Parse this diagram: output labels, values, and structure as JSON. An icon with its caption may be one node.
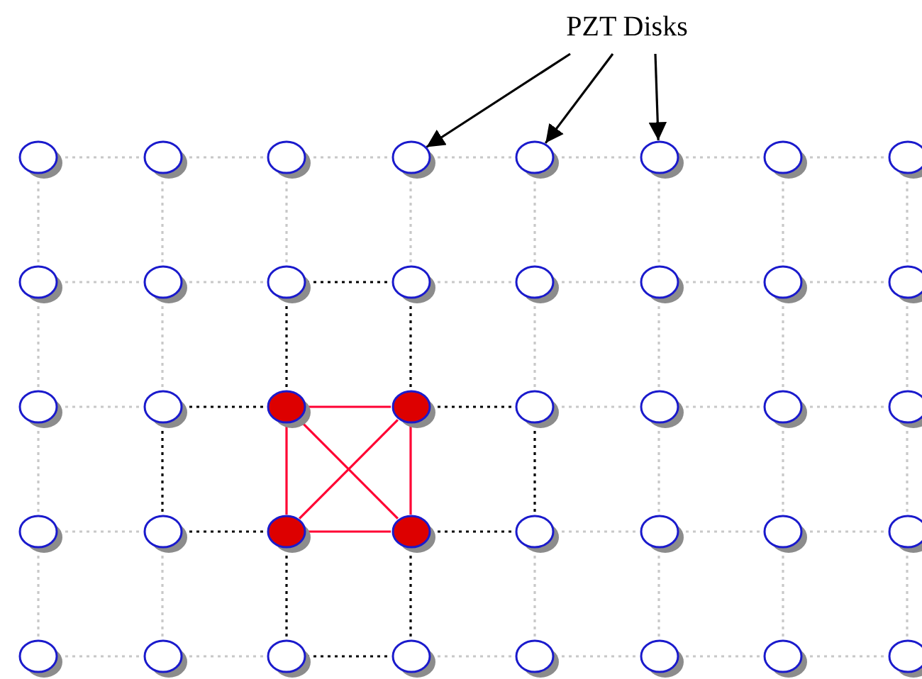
{
  "diagram": {
    "nodes": [
      {
        "text": [
          "PZT Disks"
        ]
      },
      {
        "text": [],
        "shape": "circle"
      },
      {
        "text": [],
        "shape": "circle"
      },
      {
        "text": [],
        "shape": "circle"
      },
      {
        "text": [],
        "shape": "circle"
      },
      {
        "text": [],
        "shape": "circle"
      },
      {
        "text": [],
        "shape": "circle"
      },
      {
        "text": [],
        "shape": "circle"
      },
      {
        "text": [],
        "shape": "circle"
      },
      {
        "text": [],
        "shape": "circle"
      },
      {
        "text": [],
        "shape": "circle"
      },
      {
        "text": [],
        "shape": "circle"
      },
      {
        "text": [],
        "shape": "circle"
      },
      {
        "text": [],
        "shape": "circle"
      },
      {
        "text": [],
        "shape": "circle"
      },
      {
        "text": [],
        "shape": "circle"
      },
      {
        "text": [],
        "shape": "circle"
      },
      {
        "text": [],
        "shape": "circle"
      },
      {
        "text": [],
        "shape": "circle"
      },
      {
        "text": [],
        "shape": "circle"
      },
      {
        "text": [],
        "shape": "circle"
      },
      {
        "text": [],
        "shape": "circle"
      },
      {
        "text": [],
        "shape": "circle"
      },
      {
        "text": [],
        "shape": "circle"
      },
      {
        "text": [],
        "shape": "circle"
      },
      {
        "text": [],
        "shape": "circle"
      },
      {
        "text": [],
        "shape": "circle"
      },
      {
        "text": [],
        "shape": "circle"
      },
      {
        "text": [],
        "shape": "circle"
      },
      {
        "text": [],
        "shape": "circle"
      },
      {
        "text": [],
        "shape": "circle"
      },
      {
        "text": [],
        "shape": "circle"
      },
      {
        "text": [],
        "shape": "circle"
      },
      {
        "text": [],
        "shape": "circle"
      },
      {
        "text": [],
        "shape": "circle"
      },
      {
        "text": [],
        "shape": "circle"
      },
      {
        "text": [],
        "shape": "circle"
      },
      {
        "text": [],
        "shape": "circle"
      },
      {
        "text": [],
        "shape": "circle"
      },
      {
        "text": [],
        "shape": "circle"
      },
      {
        "text": [],
        "shape": "circle"
      }
    ],
    "edges": [
      {
        "from": 0,
        "to": 4,
        "arrow": "to",
        "color": "#000000"
      },
      {
        "from": 0,
        "to": 5,
        "arrow": "to",
        "color": "#000000"
      },
      {
        "from": 0,
        "to": 6,
        "arrow": "to",
        "color": "#000000"
      },
      {
        "from": 1,
        "to": 2,
        "arrow": "none",
        "style": "dashed"
      },
      {
        "from": 2,
        "to": 3,
        "arrow": "none",
        "style": "dashed"
      },
      {
        "from": 3,
        "to": 4,
        "arrow": "none",
        "style": "dashed"
      },
      {
        "from": 4,
        "to": 5,
        "arrow": "none",
        "style": "dashed"
      },
      {
        "from": 5,
        "to": 6,
        "arrow": "none",
        "style": "dashed"
      },
      {
        "from": 6,
        "to": 7,
        "arrow": "none",
        "style": "dashed"
      },
      {
        "from": 7,
        "to": 8,
        "arrow": "none",
        "style": "dashed"
      },
      {
        "from": 9,
        "to": 10,
        "arrow": "none",
        "style": "dashed"
      },
      {
        "from": 10,
        "to": 11,
        "arrow": "none",
        "style": "dashed"
      },
      {
        "from": 11,
        "to": 12,
        "arrow": "none",
        "style": "dashed",
        "color": "#000000"
      },
      {
        "from": 12,
        "to": 13,
        "arrow": "none",
        "style": "dashed"
      },
      {
        "from": 13,
        "to": 14,
        "arrow": "none",
        "style": "dashed"
      },
      {
        "from": 14,
        "to": 15,
        "arrow": "none",
        "style": "dashed"
      },
      {
        "from": 15,
        "to": 16,
        "arrow": "none",
        "style": "dashed"
      },
      {
        "from": 17,
        "to": 18,
        "arrow": "none",
        "style": "dashed"
      },
      {
        "from": 18,
        "to": 19,
        "arrow": "none",
        "style": "dashed",
        "color": "#000000"
      },
      {
        "from": 19,
        "to": 20,
        "arrow": "none",
        "color": "#ff0033"
      },
      {
        "from": 20,
        "to": 21,
        "arrow": "none",
        "style": "dashed",
        "color": "#000000"
      },
      {
        "from": 21,
        "to": 22,
        "arrow": "none",
        "style": "dashed"
      },
      {
        "from": 22,
        "to": 23,
        "arrow": "none",
        "style": "dashed"
      },
      {
        "from": 23,
        "to": 24,
        "arrow": "none",
        "style": "dashed"
      },
      {
        "from": 25,
        "to": 26,
        "arrow": "none",
        "style": "dashed"
      },
      {
        "from": 26,
        "to": 27,
        "arrow": "none",
        "style": "dashed",
        "color": "#000000"
      },
      {
        "from": 27,
        "to": 28,
        "arrow": "none",
        "color": "#ff0033"
      },
      {
        "from": 28,
        "to": 29,
        "arrow": "none",
        "style": "dashed",
        "color": "#000000"
      },
      {
        "from": 29,
        "to": 30,
        "arrow": "none",
        "style": "dashed"
      },
      {
        "from": 30,
        "to": 31,
        "arrow": "none",
        "style": "dashed"
      },
      {
        "from": 31,
        "to": 32,
        "arrow": "none",
        "style": "dashed"
      },
      {
        "from": 33,
        "to": 34,
        "arrow": "none",
        "style": "dashed"
      },
      {
        "from": 34,
        "to": 35,
        "arrow": "none",
        "style": "dashed"
      },
      {
        "from": 35,
        "to": 36,
        "arrow": "none",
        "style": "dashed",
        "color": "#000000"
      },
      {
        "from": 36,
        "to": 37,
        "arrow": "none",
        "style": "dashed"
      },
      {
        "from": 37,
        "to": 38,
        "arrow": "none",
        "style": "dashed"
      },
      {
        "from": 38,
        "to": 39,
        "arrow": "none",
        "style": "dashed"
      },
      {
        "from": 39,
        "to": 40,
        "arrow": "none",
        "style": "dashed"
      },
      {
        "from": 1,
        "to": 9,
        "arrow": "none",
        "style": "dashed"
      },
      {
        "from": 2,
        "to": 10,
        "arrow": "none",
        "style": "dashed"
      },
      {
        "from": 3,
        "to": 11,
        "arrow": "none",
        "style": "dashed"
      },
      {
        "from": 4,
        "to": 12,
        "arrow": "none",
        "style": "dashed"
      },
      {
        "from": 5,
        "to": 13,
        "arrow": "none",
        "style": "dashed"
      },
      {
        "from": 6,
        "to": 14,
        "arrow": "none",
        "style": "dashed"
      },
      {
        "from": 7,
        "to": 15,
        "arrow": "none",
        "style": "dashed"
      },
      {
        "from": 8,
        "to": 16,
        "arrow": "none",
        "style": "dashed"
      },
      {
        "from": 9,
        "to": 17,
        "arrow": "none",
        "style": "dashed"
      },
      {
        "from": 10,
        "to": 18,
        "arrow": "none",
        "style": "dashed"
      },
      {
        "from": 11,
        "to": 19,
        "arrow": "none",
        "style": "dashed",
        "color": "#000000"
      },
      {
        "from": 12,
        "to": 20,
        "arrow": "none",
        "style": "dashed",
        "color": "#000000"
      },
      {
        "from": 13,
        "to": 21,
        "arrow": "none",
        "style": "dashed"
      },
      {
        "from": 14,
        "to": 22,
        "arrow": "none",
        "style": "dashed"
      },
      {
        "from": 15,
        "to": 23,
        "arrow": "none",
        "style": "dashed"
      },
      {
        "from": 16,
        "to": 24,
        "arrow": "none",
        "style": "dashed"
      },
      {
        "from": 17,
        "to": 25,
        "arrow": "none",
        "style": "dashed"
      },
      {
        "from": 18,
        "to": 26,
        "arrow": "none",
        "style": "dashed",
        "color": "#000000"
      },
      {
        "from": 19,
        "to": 27,
        "arrow": "none",
        "color": "#ff0033"
      },
      {
        "from": 20,
        "to": 28,
        "arrow": "none",
        "color": "#ff0033"
      },
      {
        "from": 21,
        "to": 29,
        "arrow": "none",
        "style": "dashed",
        "color": "#000000"
      },
      {
        "from": 22,
        "to": 30,
        "arrow": "none",
        "style": "dashed"
      },
      {
        "from": 23,
        "to": 31,
        "arrow": "none",
        "style": "dashed"
      },
      {
        "from": 24,
        "to": 32,
        "arrow": "none",
        "style": "dashed"
      },
      {
        "from": 25,
        "to": 33,
        "arrow": "none",
        "style": "dashed"
      },
      {
        "from": 26,
        "to": 34,
        "arrow": "none",
        "style": "dashed"
      },
      {
        "from": 27,
        "to": 35,
        "arrow": "none",
        "style": "dashed",
        "color": "#000000"
      },
      {
        "from": 28,
        "to": 36,
        "arrow": "none",
        "style": "dashed",
        "color": "#000000"
      },
      {
        "from": 29,
        "to": 37,
        "arrow": "none",
        "style": "dashed"
      },
      {
        "from": 30,
        "to": 38,
        "arrow": "none",
        "style": "dashed"
      },
      {
        "from": 31,
        "to": 39,
        "arrow": "none",
        "style": "dashed"
      },
      {
        "from": 32,
        "to": 40,
        "arrow": "none",
        "style": "dashed"
      },
      {
        "from": 19,
        "to": 28,
        "arrow": "none",
        "color": "#ff0033"
      },
      {
        "from": 20,
        "to": 27,
        "arrow": "none",
        "color": "#ff0033"
      }
    ]
  }
}
